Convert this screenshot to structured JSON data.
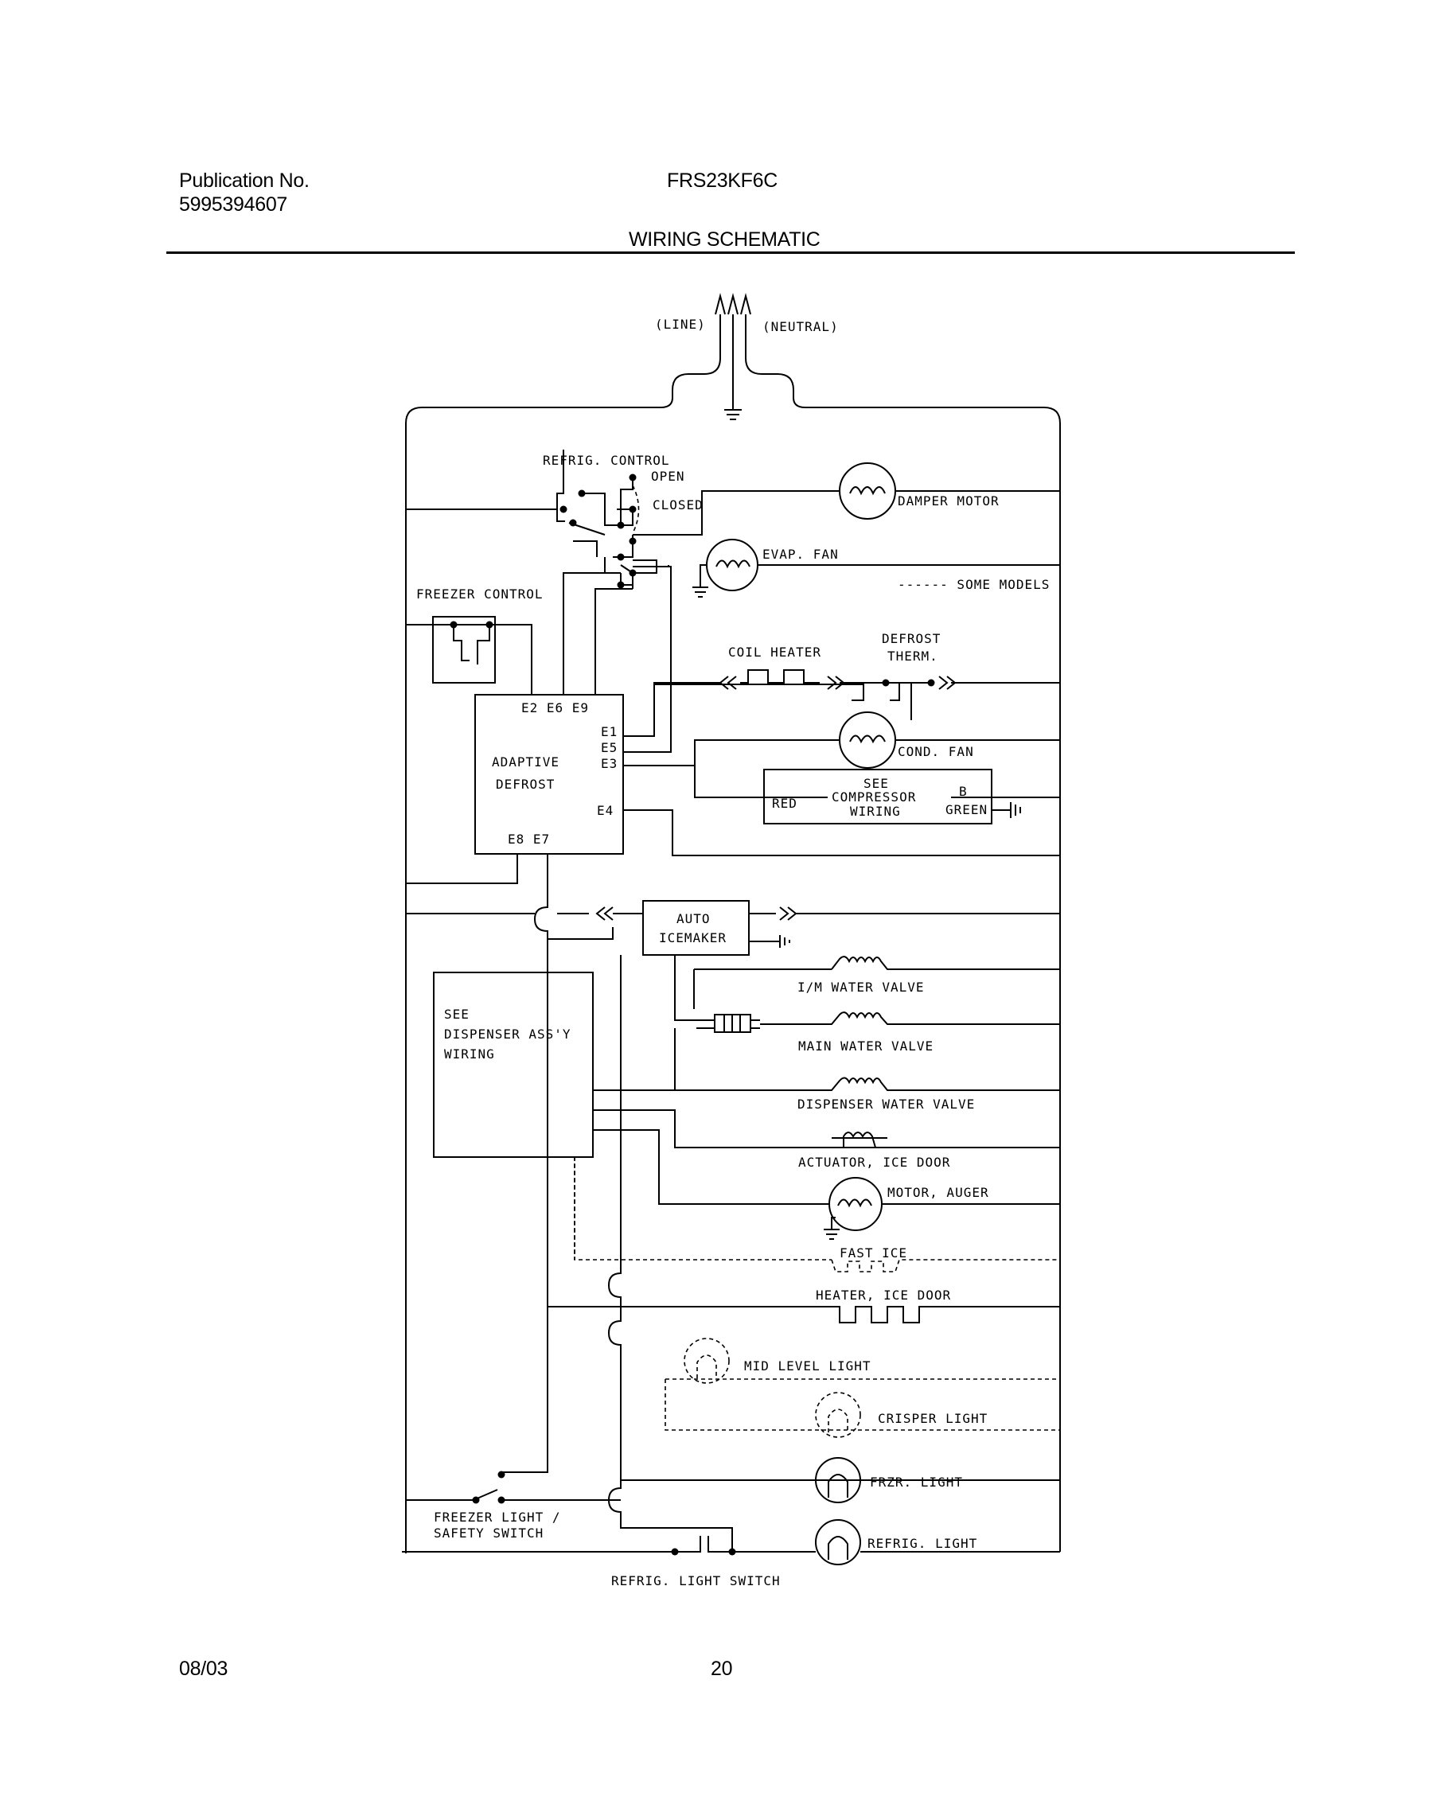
{
  "header": {
    "publication_label": "Publication No.",
    "publication_number": "5995394607",
    "model": "FRS23KF6C",
    "title": "WIRING SCHEMATIC"
  },
  "footer": {
    "date": "08/03",
    "page_number": "20"
  },
  "labels": {
    "line": "(LINE)",
    "neutral": "(NEUTRAL)",
    "refrig_control": "REFRIG. CONTROL",
    "open": "OPEN",
    "closed": "CLOSED",
    "damper_motor": "DAMPER MOTOR",
    "evap_fan": "EVAP. FAN",
    "some_models": "------ SOME MODELS",
    "freezer_control": "FREEZER CONTROL",
    "coil_heater": "COIL HEATER",
    "defrost_therm_1": "DEFROST",
    "defrost_therm_2": "THERM.",
    "terminals_top": "E2 E6 E9",
    "e1": "E1",
    "e5": "E5",
    "e3": "E3",
    "e4": "E4",
    "terminals_bottom": "E8 E7",
    "adaptive": "ADAPTIVE",
    "defrost": "DEFROST",
    "cond_fan": "COND. FAN",
    "see": "SEE",
    "compressor": "COMPRESSOR",
    "wiring": "WIRING",
    "red": "RED",
    "b": "B",
    "green": "GREEN",
    "auto": "AUTO",
    "icemaker": "ICEMAKER",
    "im_water_valve": "I/M WATER VALVE",
    "main_water_valve": "MAIN WATER VALVE",
    "dispenser_water_valve": "DISPENSER WATER VALVE",
    "actuator_ice_door": "ACTUATOR, ICE DOOR",
    "motor_auger": "MOTOR, AUGER",
    "fast_ice": "FAST ICE",
    "heater_ice_door": "HEATER, ICE DOOR",
    "mid_level_light": "MID LEVEL LIGHT",
    "crisper_light": "CRISPER LIGHT",
    "frzr_light": "FRZR. LIGHT",
    "refrig_light": "REFRIG. LIGHT",
    "see_dispenser_1": "SEE",
    "see_dispenser_2": "DISPENSER ASS'Y",
    "see_dispenser_3": "WIRING",
    "freezer_light_switch_1": "FREEZER LIGHT /",
    "freezer_light_switch_2": "SAFETY SWITCH",
    "refrig_light_switch": "REFRIG. LIGHT SWITCH"
  }
}
